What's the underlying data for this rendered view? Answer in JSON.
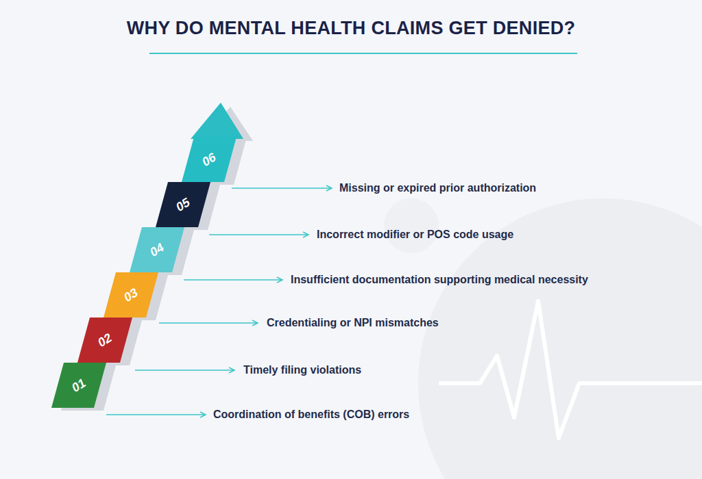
{
  "diagram": {
    "title": "WHY DO MENTAL HEALTH CLAIMS GET DENIED?",
    "nodes": [
      {
        "text": [
          "01"
        ]
      },
      {
        "text": [
          "02"
        ]
      },
      {
        "text": [
          "03"
        ]
      },
      {
        "text": [
          "04"
        ]
      },
      {
        "text": [
          "05"
        ]
      },
      {
        "text": [
          "06"
        ]
      }
    ],
    "labels": [
      "Coordination of benefits (COB) errors",
      "Timely filing violations",
      "Credentialing or NPI mismatches",
      "Insufficient documentation supporting medical necessity",
      "Incorrect modifier or POS code usage",
      "Missing or expired prior authorization"
    ]
  }
}
